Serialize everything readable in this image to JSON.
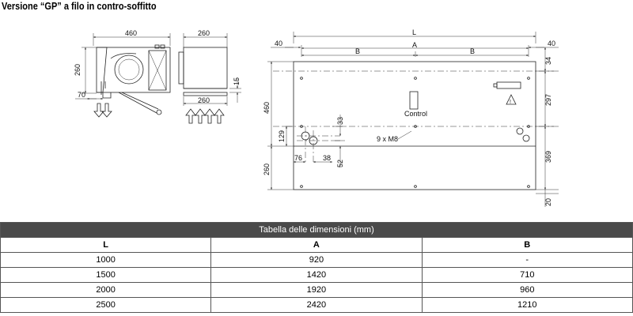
{
  "title": "Versione “GP” a filo in contro-soffitto",
  "drawing": {
    "side_view": {
      "width": "460",
      "height": "260",
      "offset": "70"
    },
    "front_view": {
      "width_top": "260",
      "width_bottom": "260",
      "gap": "15"
    },
    "plan_view": {
      "L": "L",
      "A": "A",
      "B_left": "B",
      "B_right": "B",
      "left_margin": "40",
      "right_margin": "40",
      "right_dims": [
        "34",
        "297",
        "369",
        "20"
      ],
      "left_dims": [
        "460",
        "260",
        "129"
      ],
      "inner_dims": [
        "33",
        "76",
        "38",
        "52"
      ],
      "control_label": "Control",
      "screws_label": "9 x M8"
    }
  },
  "table": {
    "caption": "Tabella delle dimensioni (mm)",
    "headers": [
      "L",
      "A",
      "B"
    ],
    "rows": [
      [
        "1000",
        "920",
        "-"
      ],
      [
        "1500",
        "1420",
        "710"
      ],
      [
        "2000",
        "1920",
        "960"
      ],
      [
        "2500",
        "2420",
        "1210"
      ]
    ]
  }
}
